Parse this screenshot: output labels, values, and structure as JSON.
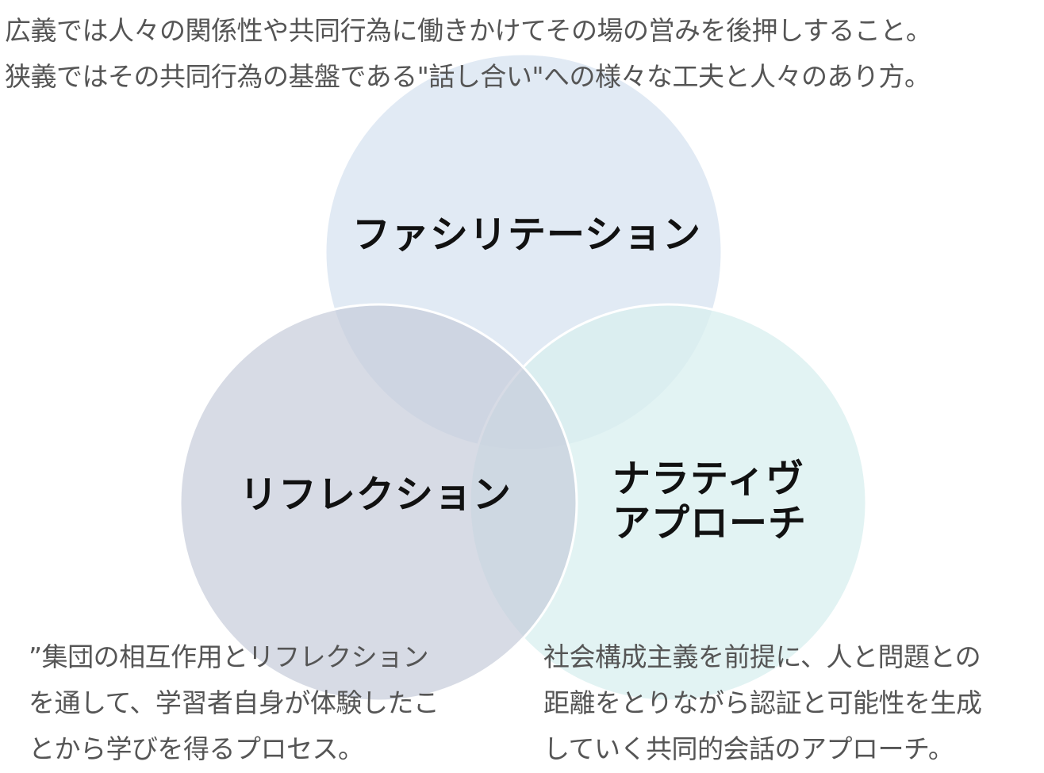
{
  "intro": {
    "line1": "広義では人々の関係性や共同行為に働きかけてその場の営みを後押しすること。",
    "line2": "狭義ではその共同行為の基盤である\"話し合い\"への様々な工夫と人々のあり方。"
  },
  "circles": {
    "facilitation": {
      "label": "ファシリテーション",
      "color": "#dce6f2"
    },
    "reflection": {
      "label": "リフレクション",
      "color": "#d3d7e2",
      "description": [
        "”集団の相互作用とリフレクション",
        "を通して、学習者自身が体験したこ",
        "とから学びを得るプロセス。"
      ]
    },
    "narrative": {
      "label_lines": [
        "ナラティヴ",
        "アプローチ"
      ],
      "color": "#dcf1f1",
      "description": [
        "社会構成主義を前提に、人と問題との",
        "距離をとりながら認証と可能性を生成",
        "していく共同的会話のアプローチ。"
      ]
    }
  }
}
